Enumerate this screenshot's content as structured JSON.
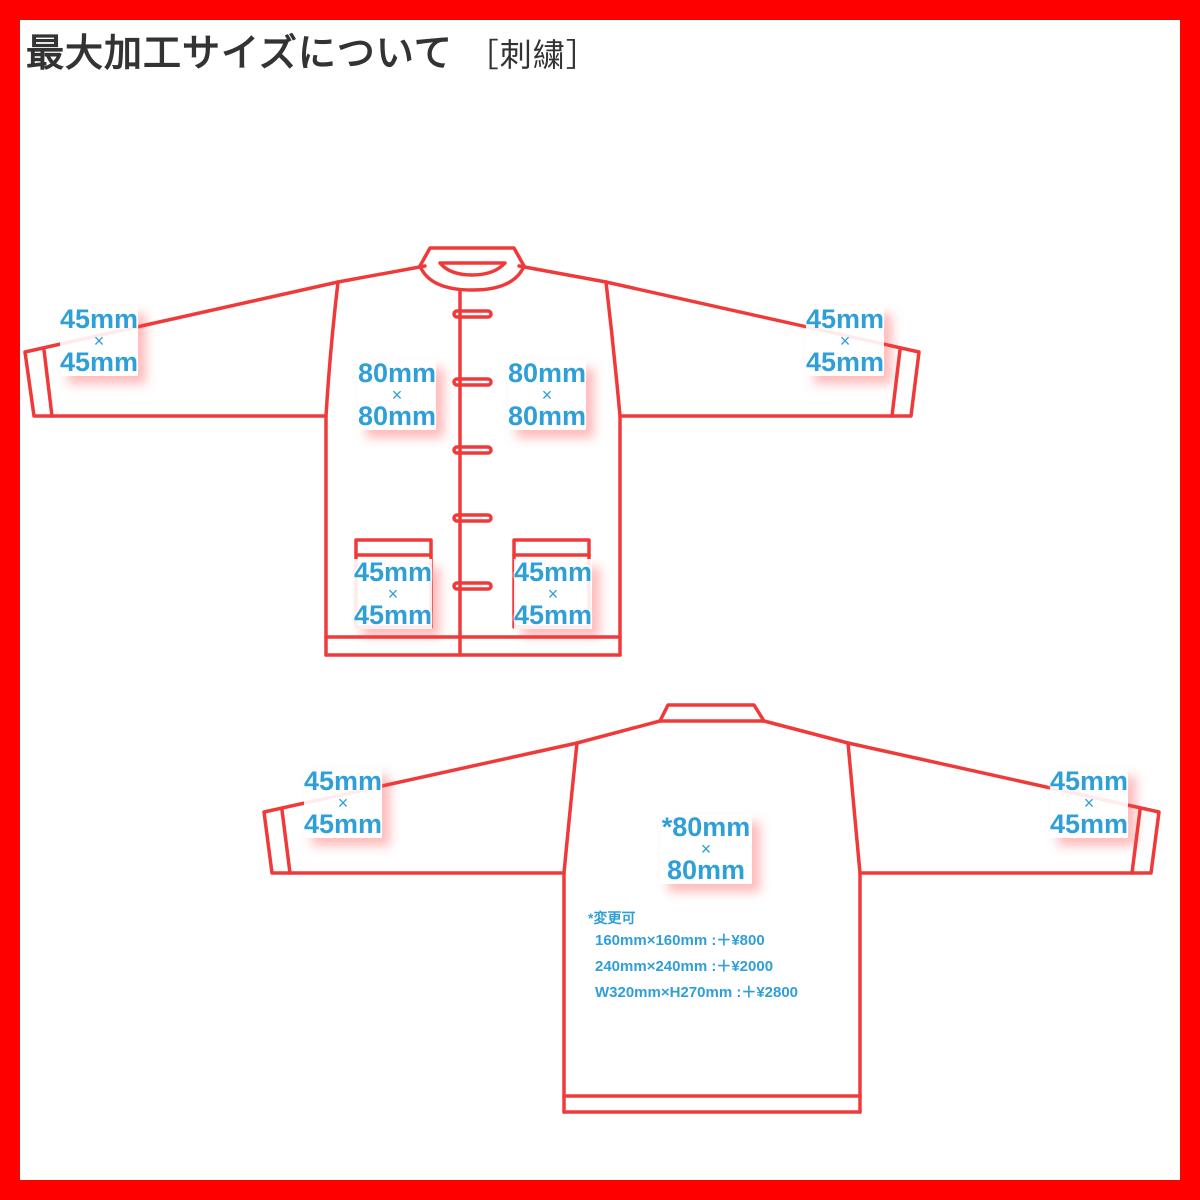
{
  "title": {
    "main": "最大加工サイズについて",
    "sub": "［刺繍］"
  },
  "colors": {
    "frame": "#ff0000",
    "outline": "#f03a3a",
    "label_text": "#2f9fd8",
    "title_text": "#333333"
  },
  "front": {
    "left_sleeve": {
      "top": "45mm",
      "sep": "×",
      "bottom": "45mm"
    },
    "right_sleeve": {
      "top": "45mm",
      "sep": "×",
      "bottom": "45mm"
    },
    "left_chest": {
      "top": "80mm",
      "sep": "×",
      "bottom": "80mm"
    },
    "right_chest": {
      "top": "80mm",
      "sep": "×",
      "bottom": "80mm"
    },
    "left_pocket": {
      "top": "45mm",
      "sep": "×",
      "bottom": "45mm"
    },
    "right_pocket": {
      "top": "45mm",
      "sep": "×",
      "bottom": "45mm"
    }
  },
  "back": {
    "left_sleeve": {
      "top": "45mm",
      "sep": "×",
      "bottom": "45mm"
    },
    "right_sleeve": {
      "top": "45mm",
      "sep": "×",
      "bottom": "45mm"
    },
    "center": {
      "top": "*80mm",
      "sep": "×",
      "bottom": "80mm"
    },
    "note": {
      "heading": "*変更可",
      "options": [
        "160mm×160mm :＋¥800",
        "240mm×240mm :＋¥2000",
        "W320mm×H270mm :＋¥2800"
      ]
    }
  }
}
